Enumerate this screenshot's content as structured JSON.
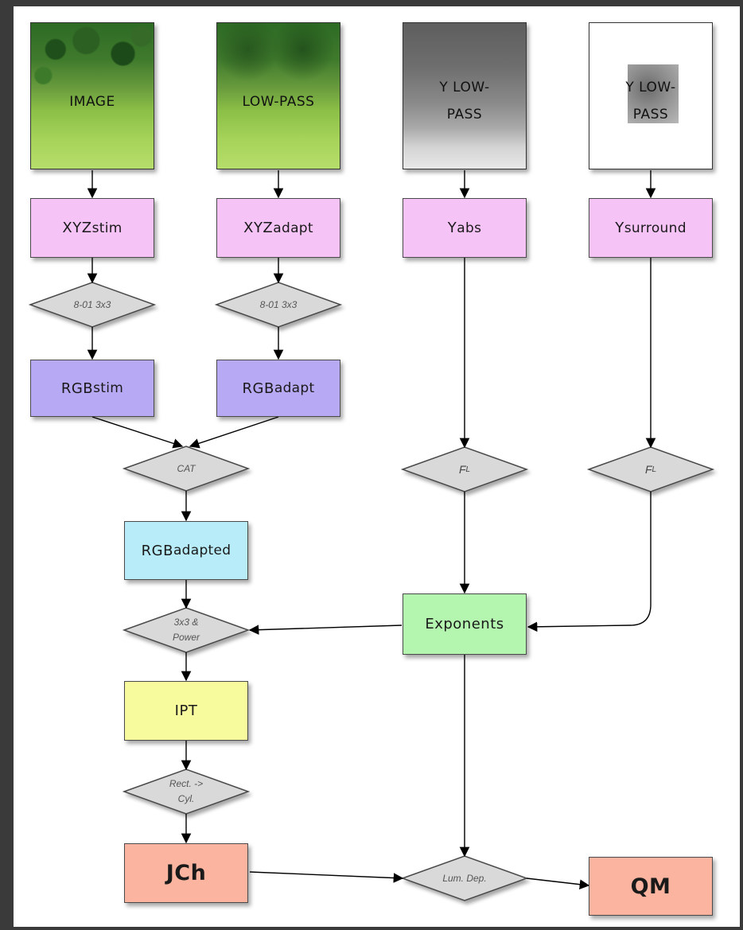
{
  "images": {
    "image": "IMAGE",
    "low_pass": "LOW-PASS",
    "y_low_pass_line1": "Y LOW-",
    "y_low_pass_line2": "PASS",
    "y_low_pass_surround_line1": "Y LOW-",
    "y_low_pass_surround_line2": "PASS"
  },
  "nodes": {
    "xyz_stim": {
      "main": "XYZ",
      "sub": "stim"
    },
    "xyz_adapt": {
      "main": "XYZ",
      "sub": "adapt"
    },
    "y_abs": {
      "main": "Y",
      "sub": "abs"
    },
    "y_surround": {
      "main": "Y",
      "sub": "surround"
    },
    "rgb_stim": {
      "main": "RGB",
      "sub": "stim"
    },
    "rgb_adapt": {
      "main": "RGB",
      "sub": "adapt"
    },
    "rgb_adapted": {
      "main": "RGB",
      "sub": "adapted"
    },
    "exponents": "Exponents",
    "ipt": "IPT",
    "jch": "JCh",
    "qm": "QM"
  },
  "decisions": {
    "matrix_stim": "8-01 3x3",
    "matrix_adapt": "8-01 3x3",
    "cat": "CAT",
    "fl_abs": {
      "main": "F",
      "sub": "L"
    },
    "fl_surround": {
      "main": "F",
      "sub": "L"
    },
    "power_line1": "3x3 &",
    "power_line2": "Power",
    "rect_cyl_line1": "Rect. ->",
    "rect_cyl_line2": "Cyl.",
    "lum_dep": "Lum. Dep."
  },
  "colors": {
    "pink": "#f6c3f7",
    "violet": "#b7a9f4",
    "cyan": "#b9ecf9",
    "green": "#b4f5b0",
    "yellow": "#f8fb9d",
    "salmon": "#fab49f",
    "diamond": "#d9d9d9"
  }
}
